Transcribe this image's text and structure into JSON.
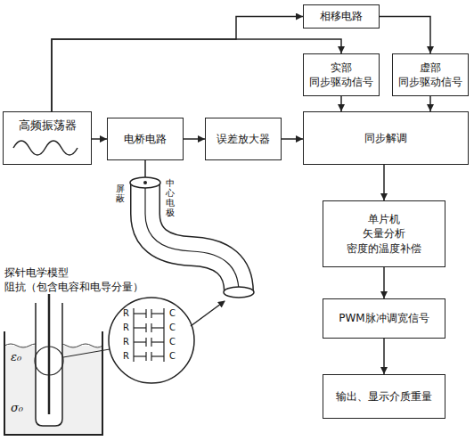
{
  "diagram": {
    "nodes": [
      {
        "text": [
          "相移电路"
        ]
      },
      {
        "text": [
          "实部 同步驱动信号"
        ]
      },
      {
        "text": [
          "虚部 同步驱动信号"
        ]
      },
      {
        "text": [
          "高频振荡器"
        ]
      },
      {
        "text": [
          "电桥电路"
        ]
      },
      {
        "text": [
          "误差放大器"
        ]
      },
      {
        "text": [
          "同步解调"
        ]
      },
      {
        "text": [
          "单片机",
          "矢量分析",
          "密度的温度补偿"
        ]
      },
      {
        "text": [
          "PWM脉冲调宽信号"
        ]
      },
      {
        "text": [
          "输出、显示介质重量"
        ]
      }
    ],
    "edges": [
      {
        "from": 3,
        "to": 4,
        "arrow": "to"
      },
      {
        "from": 4,
        "to": 5,
        "arrow": "to"
      },
      {
        "from": 5,
        "to": 6,
        "arrow": "to"
      },
      {
        "from": 3,
        "to": 0,
        "arrow": "to"
      },
      {
        "from": 3,
        "to": 1,
        "arrow": "to"
      },
      {
        "from": 0,
        "to": 2,
        "arrow": "to"
      },
      {
        "from": 1,
        "to": 6,
        "arrow": "to"
      },
      {
        "from": 2,
        "to": 6,
        "arrow": "to"
      },
      {
        "from": 6,
        "to": 7,
        "arrow": "to"
      },
      {
        "from": 7,
        "to": 8,
        "arrow": "to"
      },
      {
        "from": 8,
        "to": 9,
        "arrow": "to"
      }
    ],
    "labels": [
      "屏蔽",
      "中心电极",
      "探针电学模型",
      "阻抗（包含电容和电导分量）",
      "R",
      "R",
      "R",
      "R",
      "C",
      "C",
      "C",
      "C",
      "ε₀",
      "σ₀"
    ]
  }
}
